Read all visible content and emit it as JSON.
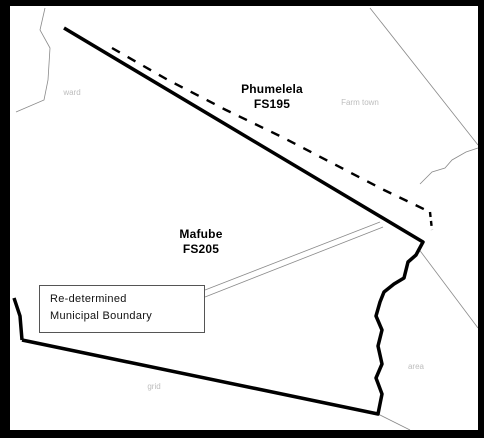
{
  "regions": {
    "phumelela": {
      "name": "Phumelela",
      "code": "FS195"
    },
    "mafube": {
      "name": "Mafube",
      "code": "FS205"
    }
  },
  "callout": {
    "line1": "Re-determined",
    "line2": "Municipal Boundary"
  },
  "faint_labels": {
    "upper_left": "ward",
    "upper_right": "Farm town",
    "lower_left": "grid",
    "lower_right": "area"
  },
  "colors": {
    "frame": "#000000",
    "map_background": "#ffffff",
    "boundary": "#000000",
    "faint_text": "#bdbdbd"
  }
}
